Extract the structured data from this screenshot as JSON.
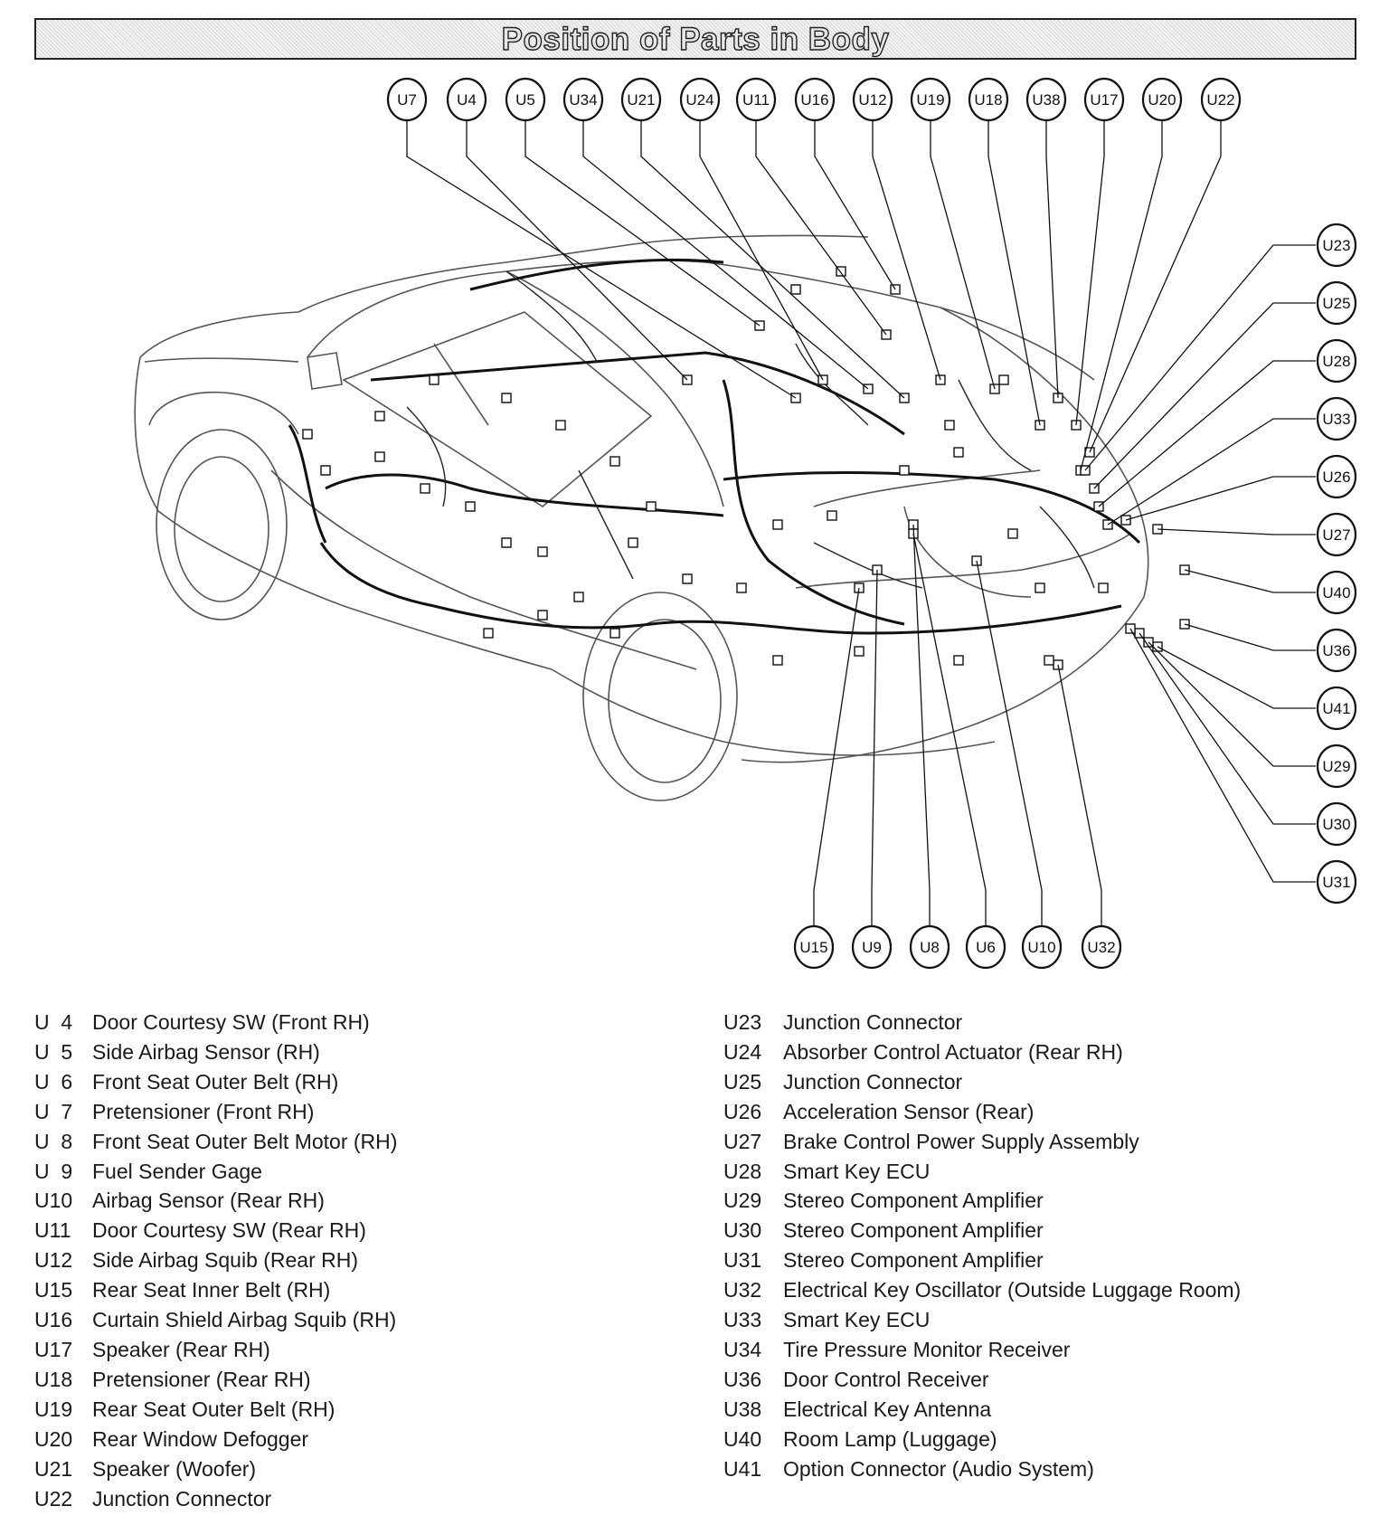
{
  "title": "Position of Parts in Body",
  "diagram": {
    "callouts_top": [
      "U7",
      "U4",
      "U5",
      "U34",
      "U21",
      "U24",
      "U11",
      "U16",
      "U12",
      "U19",
      "U18",
      "U38",
      "U17",
      "U20",
      "U22"
    ],
    "callouts_right": [
      "U23",
      "U25",
      "U28",
      "U33",
      "U26",
      "U27",
      "U40",
      "U36",
      "U41",
      "U29",
      "U30",
      "U31"
    ],
    "callouts_bottom": [
      "U15",
      "U9",
      "U8",
      "U6",
      "U10",
      "U32"
    ]
  },
  "legend_left": [
    {
      "code": "U  4",
      "label": "Door Courtesy SW (Front RH)"
    },
    {
      "code": "U  5",
      "label": "Side Airbag Sensor (RH)"
    },
    {
      "code": "U  6",
      "label": "Front Seat Outer Belt (RH)"
    },
    {
      "code": "U  7",
      "label": "Pretensioner (Front RH)"
    },
    {
      "code": "U  8",
      "label": "Front Seat Outer Belt Motor (RH)"
    },
    {
      "code": "U  9",
      "label": "Fuel Sender Gage"
    },
    {
      "code": "U10",
      "label": "Airbag Sensor (Rear RH)"
    },
    {
      "code": "U11",
      "label": "Door Courtesy SW (Rear RH)"
    },
    {
      "code": "U12",
      "label": "Side Airbag Squib (Rear RH)"
    },
    {
      "code": "U15",
      "label": "Rear Seat Inner Belt (RH)"
    },
    {
      "code": "U16",
      "label": "Curtain Shield Airbag Squib (RH)"
    },
    {
      "code": "U17",
      "label": "Speaker (Rear RH)"
    },
    {
      "code": "U18",
      "label": "Pretensioner (Rear RH)"
    },
    {
      "code": "U19",
      "label": "Rear Seat Outer Belt (RH)"
    },
    {
      "code": "U20",
      "label": "Rear Window Defogger"
    },
    {
      "code": "U21",
      "label": "Speaker (Woofer)"
    },
    {
      "code": "U22",
      "label": "Junction Connector"
    }
  ],
  "legend_right": [
    {
      "code": "U23",
      "label": "Junction Connector"
    },
    {
      "code": "U24",
      "label": "Absorber Control Actuator (Rear RH)"
    },
    {
      "code": "U25",
      "label": "Junction Connector"
    },
    {
      "code": "U26",
      "label": "Acceleration Sensor (Rear)"
    },
    {
      "code": "U27",
      "label": "Brake Control Power Supply Assembly"
    },
    {
      "code": "U28",
      "label": "Smart Key ECU"
    },
    {
      "code": "U29",
      "label": "Stereo Component Amplifier"
    },
    {
      "code": "U30",
      "label": "Stereo Component Amplifier"
    },
    {
      "code": "U31",
      "label": "Stereo Component Amplifier"
    },
    {
      "code": "U32",
      "label": "Electrical Key Oscillator (Outside Luggage Room)"
    },
    {
      "code": "U33",
      "label": "Smart Key ECU"
    },
    {
      "code": "U34",
      "label": "Tire Pressure Monitor Receiver"
    },
    {
      "code": "U36",
      "label": "Door Control Receiver"
    },
    {
      "code": "U38",
      "label": "Electrical Key Antenna"
    },
    {
      "code": "U40",
      "label": "Room Lamp (Luggage)"
    },
    {
      "code": "U41",
      "label": "Option Connector (Audio System)"
    }
  ]
}
